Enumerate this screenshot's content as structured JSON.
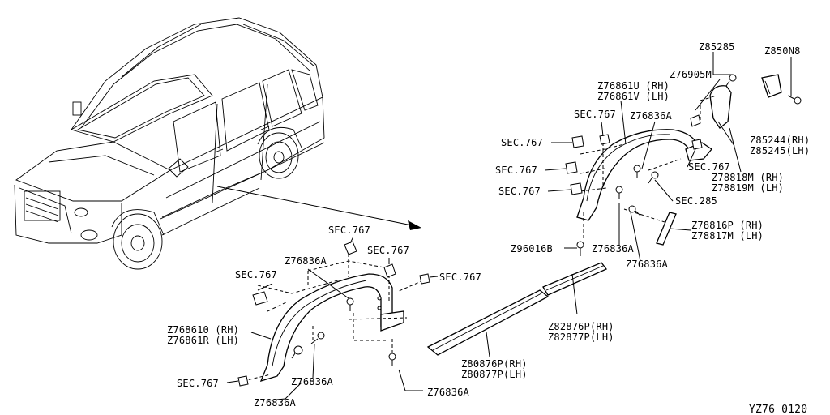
{
  "diagram_code": "YZ76 0120",
  "labels": {
    "z85285": "Z85285",
    "z850n8": "Z850N8",
    "z76905m": "Z76905M",
    "z76861u": "Z76861U (RH)",
    "z76861v": "Z76861V (LH)",
    "sec767_r1": "SEC.767",
    "z76836a_r1": "Z76836A",
    "sec767_r2": "SEC.767",
    "sec767_r3": "SEC.767",
    "sec767_r4": "SEC.767",
    "sec767_r5": "SEC.767",
    "z85244": "Z85244(RH)",
    "z85245": "Z85245(LH)",
    "z78818m": "Z78818M (RH)",
    "z78819m": "Z78819M (LH)",
    "sec285": "SEC.285",
    "z78816p": "Z78816P (RH)",
    "z78817m": "Z78817M (LH)",
    "z96016b": "Z96016B",
    "z76836a_r2": "Z76836A",
    "z76836a_r3": "Z76836A",
    "sec767_f1": "SEC.767",
    "sec767_f2": "SEC.767",
    "sec767_f3": "SEC.767",
    "sec767_f4": "SEC.767",
    "z76836a_f1": "Z76836A",
    "z768610": "Z768610 (RH)",
    "z76861r": "Z76861R (LH)",
    "z82876p": "Z82876P(RH)",
    "z82877p": "Z82877P(LH)",
    "z80876p": "Z80876P(RH)",
    "z80877p": "Z80877P(LH)",
    "sec767_f5": "SEC.767",
    "z76836a_f2": "Z76836A",
    "z76836a_f3": "Z76836A",
    "z76836a_f4": "Z76836A"
  }
}
